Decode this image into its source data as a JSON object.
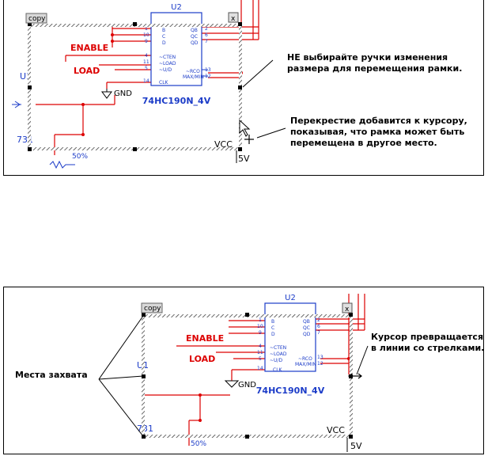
{
  "top": {
    "copy_label": "copy",
    "close_glyph": "x",
    "chip_ref": "U2",
    "chip_name": "74HC190N_4V",
    "left_pins_a": [
      "B",
      "C",
      "D"
    ],
    "left_pin_nums_a": [
      "1",
      "10",
      "9"
    ],
    "right_pins": [
      "QB",
      "QC",
      "QD"
    ],
    "right_pin_nums": [
      "2",
      "6",
      "7"
    ],
    "left_pins_b": [
      "~CTEN",
      "~LOAD",
      "~U/D"
    ],
    "left_pin_nums_b": [
      "4",
      "11",
      "5"
    ],
    "rco_label": "~RCO",
    "maxmin_label": "MAX/MIN",
    "rco_nums": [
      "13",
      "12"
    ],
    "clk_label": "CLK",
    "clk_num": "14",
    "enable_label": "ENABLE",
    "load_label": "LOAD",
    "gnd_label": "GND",
    "u1_label": "U1",
    "n731_label": "731",
    "vcc_label": "VCC",
    "v5_label": "5V",
    "pct_label": "50%",
    "callout_1": [
      "НЕ выбирайте ручки изменения",
      "размера для перемещения рамки."
    ],
    "callout_2": [
      "Перекрестие добавится к курсору,",
      "показывая, что рамка может быть",
      "перемещена в другое место."
    ]
  },
  "bottom": {
    "copy_label": "copy",
    "close_glyph": "x",
    "chip_ref": "U2",
    "chip_name": "74HC190N_4V",
    "left_pins_a": [
      "B",
      "C",
      "D"
    ],
    "left_pin_nums_a": [
      "1",
      "10",
      "9"
    ],
    "right_pins": [
      "QB",
      "QC",
      "QD"
    ],
    "right_pin_nums": [
      "2",
      "6",
      "7"
    ],
    "left_pins_b": [
      "~CTEN",
      "~LOAD",
      "~U/D"
    ],
    "left_pin_nums_b": [
      "4",
      "11",
      "5"
    ],
    "rco_label": "~RCO",
    "maxmin_label": "MAX/MIN",
    "rco_nums": [
      "13",
      "12"
    ],
    "clk_label": "CLK",
    "clk_num": "14",
    "enable_label": "ENABLE",
    "load_label": "LOAD",
    "gnd_label": "GND",
    "u1_label": "U1",
    "n731_label": "731",
    "vcc_label": "VCC",
    "v5_label": "5V",
    "pct_label": "50%",
    "callout_left": "Места захвата",
    "callout_right": [
      "Курсор превращается",
      "в линии со стрелками."
    ]
  },
  "colors": {
    "wire": "#dd0000",
    "chip": "#1c3cc8",
    "frame": "#555555",
    "text": "#000000"
  }
}
